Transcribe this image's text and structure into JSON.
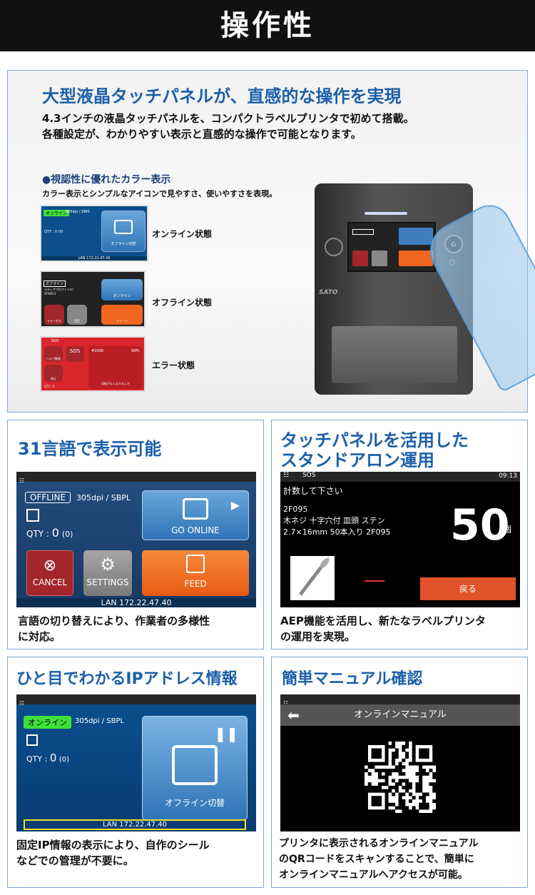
{
  "header": {
    "title": "操作性"
  },
  "hero": {
    "title": "大型液晶タッチパネルが、直感的な操作を実現",
    "desc_line1": "4.3インチの液晶タッチパネルを、コンパクトラベルプリンタで初めて搭載。",
    "desc_line2": "各種設定が、わかりやすい表示と直感的な操作で可能となります。",
    "bullet_title": "●視認性に優れたカラー表示",
    "bullet_desc": "カラー表示とシンプルなアイコンで見やすさ、使いやすさを表現。",
    "states": [
      {
        "label": "オンライン状態"
      },
      {
        "label": "オフライン状態"
      },
      {
        "label": "エラー状態"
      }
    ],
    "thumb": {
      "online_badge": "オンライン",
      "res": "305dpi / SBPL",
      "qty": "QTY : 0 (0)",
      "offline_btn": "オフライン切替",
      "lan": "LAN  172.22.47.40",
      "offline_badge": "オフライン",
      "media_line1": "メディアプロファイル!",
      "media_line2": "ST00X-1",
      "qty_short": "QTY : 0",
      "online_btn": "オンライン",
      "cancel": "キャンセル",
      "settings": "設定",
      "feed": "フィード",
      "sos_small": "SOS",
      "sos": "SOS",
      "help": "ヘルプ動画",
      "error_code": "#1008",
      "sbpl": "SBPL",
      "no_label": "用紙がなくなりました",
      "stop": "停止"
    },
    "printer_brand": "SATO"
  },
  "panel1": {
    "title": "31言語で表示可能",
    "screen": {
      "offline_badge": "OFFLINE",
      "res": "305dpi / SBPL",
      "qty_label": "QTY :",
      "qty_value": "0",
      "qty_paren": "(0)",
      "go_online": "GO ONLINE",
      "cancel": "CANCEL",
      "settings": "SETTINGS",
      "feed": "FEED",
      "lan": "LAN    172.22.47.40"
    },
    "desc_line1": "言語の切り替えにより、作業者の多様性",
    "desc_line2": "に対応。"
  },
  "panel2": {
    "title_line1": "タッチパネルを活用した",
    "title_line2": "スタンドアロン運用",
    "screen": {
      "sos": "SOS",
      "time": "09:13",
      "prompt": "計数して下さい",
      "code": "2F095",
      "name": "木ネジ 十字穴付 皿頭 ステン",
      "spec": "2.7×16mm 50本入り 2F095",
      "count": "50",
      "unit": "個",
      "back": "戻る"
    },
    "desc_line1": "AEP機能を活用し、新たなラベルプリンタ",
    "desc_line2": "の運用を実現。"
  },
  "panel3": {
    "title": "ひと目でわかるIPアドレス情報",
    "screen": {
      "online_badge": "オンライン",
      "res": "305dpi / SBPL",
      "qty_label": "QTY :",
      "qty_value": "0",
      "qty_paren": "(0)",
      "offline_btn": "オフライン切替",
      "lan": "LAN    172.22.47.40"
    },
    "desc_line1": "固定IP情報の表示により、自作のシール",
    "desc_line2": "などでの管理が不要に。"
  },
  "panel4": {
    "title": "簡単マニュアル確認",
    "screen": {
      "title": "オンラインマニュアル"
    },
    "desc_line1": "プリンタに表示されるオンラインマニュアル",
    "desc_line2": "のQRコードをスキャンすることで、簡単に",
    "desc_line3": "オンラインマニュアルへアクセスが可能。"
  },
  "colors": {
    "accent_blue": "#1c5fa8",
    "online_green": "#3fe03a",
    "feed_orange": "#f0661e",
    "cancel_red": "#a3262a",
    "error_red": "#d8262c",
    "screen_blue": "#0b4f8f"
  }
}
